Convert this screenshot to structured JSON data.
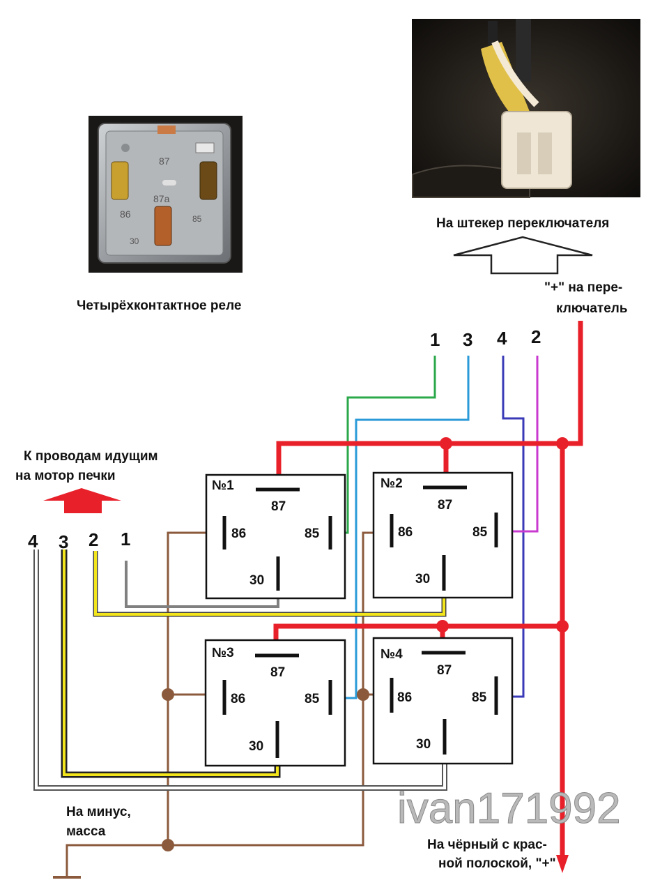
{
  "captions": {
    "relay_photo": "Четырёхконтактное реле",
    "switch_plug": "На штекер переключателя",
    "plus_to_switch_1": "\"+\" на пере-",
    "plus_to_switch_2": "ключатель",
    "to_heater_motor_1": "К проводам идущим",
    "to_heater_motor_2": "на мотор печки",
    "to_ground_1": "На минус,",
    "to_ground_2": "масса",
    "to_black_red_1": "На чёрный с крас-",
    "to_black_red_2": "ной полоской, \"+\""
  },
  "watermark": "ivan171992",
  "photo_relay_pins": [
    "87",
    "87a",
    "86",
    "85",
    "30"
  ],
  "switch_terminals": [
    "1",
    "3",
    "4",
    "2"
  ],
  "motor_terminals": [
    "4",
    "3",
    "2",
    "1"
  ],
  "relays": [
    {
      "title": "№1",
      "pins": {
        "p87": "87",
        "p86": "86",
        "p85": "85",
        "p30": "30"
      }
    },
    {
      "title": "№2",
      "pins": {
        "p87": "87",
        "p86": "86",
        "p85": "85",
        "p30": "30"
      }
    },
    {
      "title": "№3",
      "pins": {
        "p87": "87",
        "p86": "86",
        "p85": "85",
        "p30": "30"
      }
    },
    {
      "title": "№4",
      "pins": {
        "p87": "87",
        "p86": "86",
        "p85": "85",
        "p30": "30"
      }
    }
  ],
  "colors": {
    "plus": "#e8202a",
    "ground": "#8b5a3c",
    "green": "#2aa84a",
    "cyan": "#2a9ad8",
    "blue": "#3a3ab8",
    "magenta": "#c83ad0",
    "yellow": "#f2e51c",
    "gray": "#808080"
  }
}
